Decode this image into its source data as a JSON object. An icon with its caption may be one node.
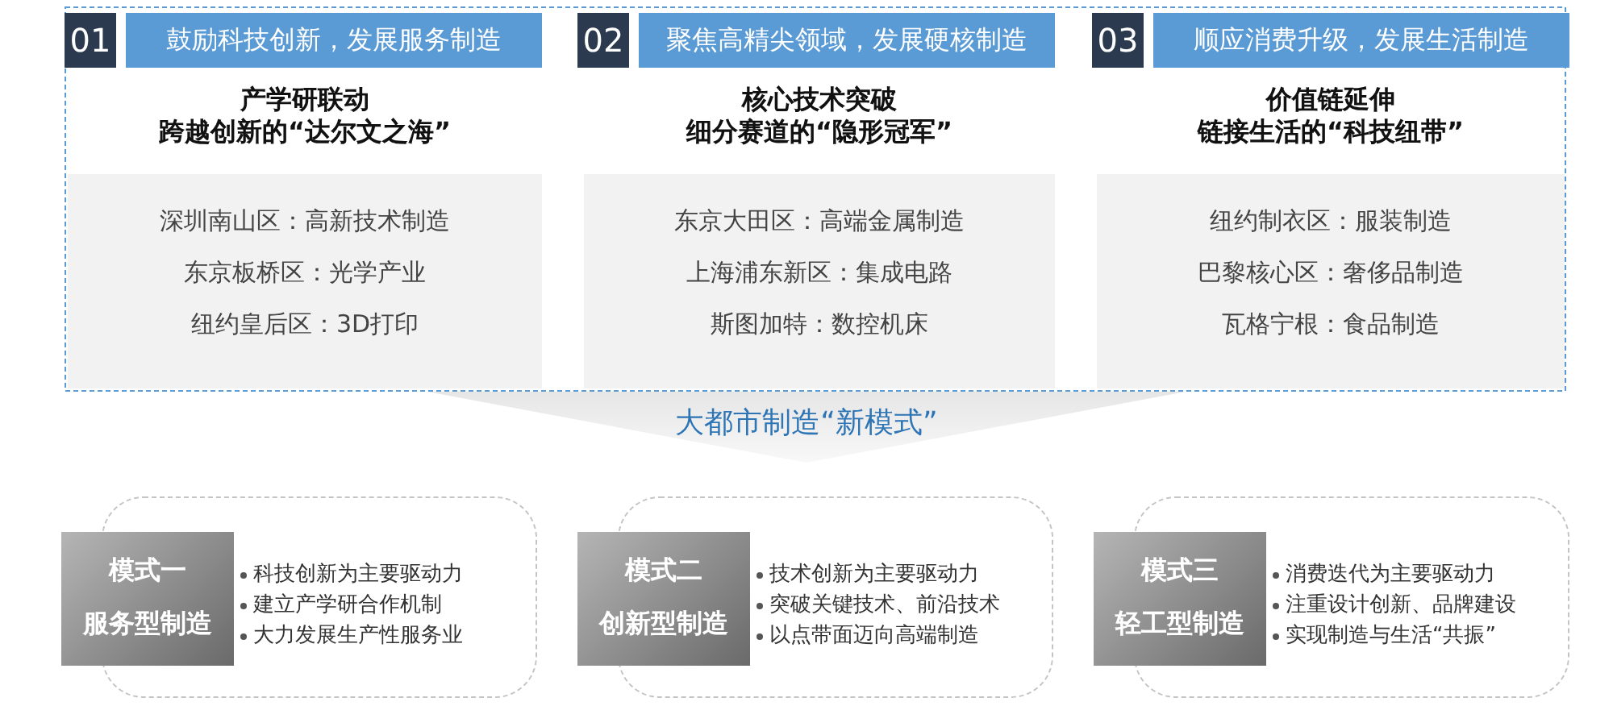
{
  "diagram": {
    "nodes": [
      {
        "text": [
          "01"
        ]
      },
      {
        "text": [
          "鼓励科技创新，发展服务制造"
        ]
      },
      {
        "text": [
          "产学研联动",
          "跨越创新的“达尔文之海”",
          "深圳南山区：高新技术制造",
          "东京板桥区：光学产业",
          "纽约皇后区：3D打印"
        ]
      },
      {
        "text": [
          "02"
        ]
      },
      {
        "text": [
          "聚焦高精尖领域，发展硬核制造"
        ]
      },
      {
        "text": [
          "核心技术突破",
          "细分赛道的“隐形冠军”",
          "东京大田区：高端金属制造",
          "上海浦东新区：集成电路",
          "斯图加特：数控机床"
        ]
      },
      {
        "text": [
          "03"
        ]
      },
      {
        "text": [
          "顺应消费升级，发展生活制造"
        ]
      },
      {
        "text": [
          "价值链延伸",
          "链接生活的“科技纽带”",
          "纽约制衣区：服装制造",
          "巴黎核心区：奢侈品制造",
          "瓦格宁根：食品制造"
        ]
      },
      {
        "text": [
          "大都市制造“新模式”"
        ]
      },
      {
        "text": [
          "模式一",
          "服务型制造"
        ]
      },
      {
        "text": [
          "科技创新为主要驱动力",
          "建立产学研合作机制",
          "大力发展生产性服务业"
        ]
      },
      {
        "text": [
          "模式二",
          "创新型制造"
        ]
      },
      {
        "text": [
          "技术创新为主要驱动力",
          "突破关键技术、前沿技术",
          "以点带面迈向高端制造"
        ]
      },
      {
        "text": [
          "模式三",
          "轻工型制造"
        ]
      },
      {
        "text": [
          "消费迭代为主要驱动力",
          "注重设计创新、品牌建设",
          "实现制造与生活“共振”"
        ]
      }
    ]
  }
}
